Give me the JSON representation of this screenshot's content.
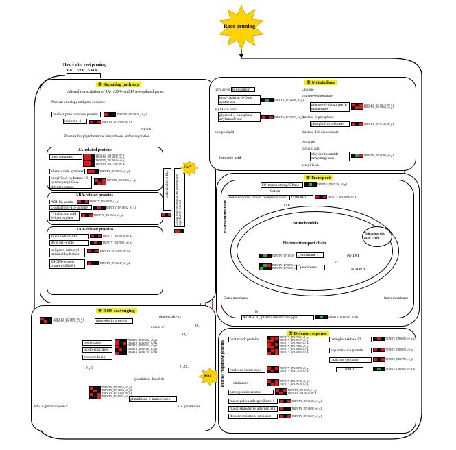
{
  "title": "Root pruning",
  "hours": {
    "label": "Hours after root pruning",
    "cols": [
      "6 h",
      "72 h",
      "504 h"
    ]
  },
  "colors": {
    "red": "#e8141a",
    "black": "#111111",
    "green": "#2aa845",
    "yellow": "#f2f200",
    "orange": "#e09100",
    "purple": "#9b2fd6",
    "blue": "#1746d8",
    "darkgreen": "#1a8a2e",
    "redline": "#e01010"
  },
  "signaling": {
    "title": "① Signaling pathway",
    "altered": "Altered transcription of JA-, ABA- and IAA-regulated genes",
    "nuclear_envelope": "Nuclear envelope and pore complex",
    "npc": "nuclear pore complex protein",
    "importin": "importin-4",
    "mrna": "mRNA",
    "proteins_for": "Proteins for phytohormone biosynthesis and/or regulation",
    "ja_title": "JA-related proteins",
    "lipoxygenases": "lipoxygenases",
    "aos": "allene oxide synthase",
    "enoyl": "enoyl-CoA hydratase / 3-hydroxyacyl-CoA dehydrogenase",
    "aba_title": "ABA-related proteins",
    "abih1": "ABIH1, partial",
    "lgalac": "L-galactono-1,4-lactone oxidase 5",
    "abscisic": "(+)-abscisic acid 8'-hydroxylase",
    "iaa_title": "IAA-related proteins",
    "auxin": "auxin induce-like protein",
    "style": "style cell-cycle inhibitor 1",
    "ubiq": "ubiquitin carboxyl-terminal hydrolase 10",
    "escrt": "ESCRT-related protein CHMP1",
    "calreticulin": "calreticulin-3-like",
    "calcium": "calcium-dependent phosphotriesterase superfamily protein",
    "ca": "Ca²⁺"
  },
  "metabolism": {
    "title": "② Metabolism",
    "fatty": "fatty acids",
    "betaox": "β-oxidation",
    "lcacs": "long-chain acyl-CoA synthetase",
    "acylpool": "acyl-CoA pool",
    "g3p": "glycerol-3-phosphate acyltransferase",
    "phospholipid": "phospholipid",
    "linolenic": "linolenic acid",
    "glucose": "Glucose",
    "g6p": "glucose-6-phosphate",
    "g6pe": "glucose-6-phosphate 1-epimerases",
    "f6p": "fructose-6-phosphate",
    "pfk": "phosphofructokinase",
    "f16": "fructose-1,6-diphosphate",
    "pyruvate": "pyruvate",
    "pyruvic": "pyruvic acid",
    "dld": "dihydrolipoamide dehydrogenase",
    "acetyl": "acetyl-CoA"
  },
  "transport": {
    "title": "③ Transport",
    "h_atpase": "H⁺-transporting ATPase",
    "cation": "Cation",
    "mito_import": "mitochondrial import receptor subunit",
    "tom": "TOM40-1-like",
    "atp": "ATP",
    "plasma": "Plasma membrane",
    "mito": "Mitochondria",
    "tca": "Tricarboxylic acid cycle",
    "etc": "Electron transport chain",
    "nadh": "NADH",
    "nadph": "NADPH",
    "cytc": "cytochrome c",
    "cytp450": "Cytochrome P450s",
    "e": "e⁻",
    "outer": "Outer membrane",
    "inner": "Inner membrane",
    "hplus": "H⁺",
    "atpase10": "ATPase 10, plasma membrane-type"
  },
  "ros": {
    "title": "④ ROS scavenging",
    "thioredoxin": "thioredoxin proteins",
    "trxox": "thioredoxin-ox",
    "excess": "excess e⁻",
    "o2": "O₂",
    "o2m": "O₂⁻",
    "peroxidases": "peroxidases",
    "oxidoreductases": "oxidoreductases",
    "peroxiredoxin": "peroxiredoxin",
    "h2o": "H₂O",
    "h2o2": "H₂O₂",
    "gdis": "glutathione disulfide",
    "gst": "glutathione S-transferases",
    "hs": "HS- + glutathione-S-X",
    "xg": "X + glutathione",
    "ros": "ROS"
  },
  "defense": {
    "title": "⑤ Defense response",
    "side": "Defense responsive proteins",
    "hsp": "heat shock proteins",
    "chalcone_iso": "chalcone isomerases",
    "chitinases": "chitinases",
    "pr": "pathogenesis-related proteins",
    "pollen": "major pollen allergen Bet v 1-D/H",
    "straw": "major strawberry allergen Fra a 1.08",
    "disease": "disease resistance response protein",
    "bglu": "beta-glucosidase 12",
    "expansin": "expansin-like protein",
    "chalcone_syn": "chalcone synthase",
    "bxl": "BXL1"
  },
  "genes": {
    "npc": "TRINITY_DN13818_c1_g1",
    "imp": "TRINITY_DN17808_c0_g3",
    "lox": "TRINITY_DN19646_c0_g1\nTRINITY_DN19646_c0_g2\nTRINITY_DN19646_c0_g3\nTRINITY_DN17405_c0_g2",
    "aos": "TRINITY_DN19610_c0_g2",
    "enoyl": "TRINITY_DN18255_c1_g2",
    "abih1": "TRINITY_DN18378_c1_g2",
    "lgal": "TRINITY_DN19032_c0_g1",
    "absc": "TRINITY_DN19616_c0_g5",
    "auxin": "TRINITY_DN18574_c0_g2",
    "style": "TRINITY_DN19501_c0_g3",
    "ubiq": "TRINITY_DN17808_c0_g2",
    "escrt": "TRINITY_DN18447_c0_g2",
    "calret": "TRINITY_DN19319_c0_g2",
    "calc": "TRINITY_DN19407_c0_g2",
    "lcacs": "TRINITY_DN14206_c0_g1",
    "g3p": "TRINITY_DN18773_c0_g1",
    "g6pe": "TRINITY_DN12670_c0_g1\nTRINITY_DN17690_c0_g1",
    "pfk": "TRINITY_DN17736_c0_g3",
    "dld": "TRINITY_DN19199_c0_g1",
    "hatp": "TRINITY_DN17136_c0_g1",
    "tom": "TRINITY_DN18886_c0_g1",
    "cytc": "TRINITY_DN19330_c0_g1",
    "p450": "TRINITY_DN8299_c0_g5\nTRINITY_DN5315_c0_g1",
    "atp10": "TRINITY_DN19389_c0_g1",
    "trx": "TRINITY_DN13601_c0_g1\nTRINITY_DN10021_c2_g1",
    "perox": "TRINITY_DN18402_c0_g1\nTRINITY_DN19055_c0_g1\nTRINITY_DN19353_c0_g1\nTRINITY_DN19344_c0_g5\nTRINITY_DN18784_c0_g1",
    "gst": "TRINITY_DN17815_c0_g4\nTRINITY_DN18806_c0_g2\nTRINITY_DN11829_c0_g1\nTRINITY_DN12591_c0_g2",
    "hsp": "TRINITY_DN17061_c1_g1\nTRINITY_DN18247_c0_g1\nTRINITY_DN19485_c0_g2\nTRINITY_DN17486_c0_g1\nTRINITY_DN18380_c0_g7\nTRINITY_DN14085_c0_g1",
    "chi_iso": "TRINITY_DN18858_c0_g1\nTRINITY_DN17253_c0_g2",
    "chit": "TRINITY_DN15748_c0_g3\nTRINITY_DN19278_c0_g1",
    "pr": "TRINITY_DN18376_c1_g1\nTRINITY_DN19213_c0_g1",
    "pollen": "TRINITY_DN13422_c0_g1",
    "straw": "TRINITY_DN18092_c0_g2",
    "disease": "TRINITY_DN19407_c0_g1",
    "bglu": "TRINITY_DN18816_c0_g12",
    "expansin": "TRINITY_DN18273_c0_g2",
    "chsyn": "TRINITY_DN17958_c0_g7",
    "bxl": "TRINITY_DN19800_c0_g10"
  },
  "heatmaps": {
    "legend": [
      "w",
      "w",
      "w"
    ],
    "npc": [
      "r",
      "k",
      "k"
    ],
    "imp": [
      "r",
      "k",
      "r"
    ],
    "lox": [
      "r",
      "r",
      "k",
      "r",
      "r",
      "k",
      "r",
      "r",
      "k",
      "r",
      "r",
      "k"
    ],
    "aos": [
      "r",
      "r",
      "k"
    ],
    "enoyl": [
      "r",
      "k",
      "r",
      "k",
      "r",
      "r"
    ],
    "abih1": [
      "r",
      "k",
      "r"
    ],
    "lgal": [
      "k",
      "r",
      "k"
    ],
    "absc": [
      "r",
      "k",
      "r"
    ],
    "auxin": [
      "r",
      "k",
      "r"
    ],
    "style": [
      "k",
      "r",
      "k"
    ],
    "ubiq": [
      "r",
      "k",
      "r"
    ],
    "escrt": [
      "r",
      "k",
      "k"
    ],
    "calret": [
      "r",
      "k",
      "r"
    ],
    "calc": [
      "r",
      "r",
      "k"
    ],
    "lcacs": [
      "k",
      "g",
      "k"
    ],
    "g3p": [
      "r",
      "k",
      "r"
    ],
    "g6pe": [
      "r",
      "k",
      "r",
      "k",
      "r",
      "r"
    ],
    "pfk": [
      "r",
      "k",
      "r"
    ],
    "dld": [
      "k",
      "g",
      "r"
    ],
    "hatp": [
      "k",
      "g",
      "k"
    ],
    "tom": [
      "r",
      "k",
      "r"
    ],
    "cytc": [
      "k",
      "g",
      "k"
    ],
    "p450": [
      "k",
      "g",
      "r",
      "g",
      "k",
      "k"
    ],
    "atp10": [
      "k",
      "g",
      "k"
    ],
    "trx": [
      "r",
      "k",
      "k",
      "k",
      "r",
      "k"
    ],
    "perox": [
      "r",
      "k",
      "k",
      "r",
      "k",
      "r",
      "r",
      "k",
      "k",
      "k",
      "r",
      "k",
      "r",
      "k",
      "k"
    ],
    "gst": [
      "r",
      "k",
      "k",
      "k",
      "r",
      "k",
      "r",
      "k",
      "r",
      "k",
      "k",
      "r"
    ],
    "hsp": [
      "k",
      "r",
      "r",
      "r",
      "r",
      "k",
      "r",
      "k",
      "r",
      "r",
      "r",
      "k",
      "k",
      "r",
      "r",
      "r",
      "k",
      "r"
    ],
    "chi_iso": [
      "r",
      "k",
      "r",
      "k",
      "r",
      "k"
    ],
    "chit": [
      "r",
      "k",
      "r",
      "k",
      "r",
      "r"
    ],
    "pr": [
      "r",
      "k",
      "r",
      "k",
      "r",
      "k"
    ],
    "pollen": [
      "r",
      "k",
      "r"
    ],
    "straw": [
      "r",
      "k",
      "k"
    ],
    "disease": [
      "r",
      "k",
      "r"
    ],
    "bglu": [
      "k",
      "r",
      "k"
    ],
    "expansin": [
      "r",
      "k",
      "r"
    ],
    "chsyn": [
      "r",
      "k",
      "r"
    ],
    "bxl": [
      "k",
      "g",
      "k"
    ]
  }
}
